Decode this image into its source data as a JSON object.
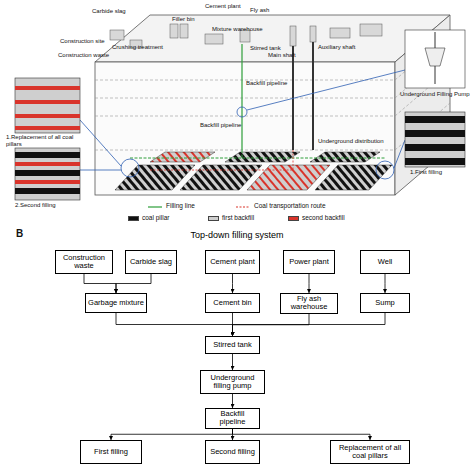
{
  "diagram": {
    "title": "Top-down filling system",
    "nodes": [
      {
        "text": [
          "Construction waste"
        ]
      },
      {
        "text": [
          "Carbide slag"
        ]
      },
      {
        "text": [
          "Cement plant"
        ]
      },
      {
        "text": [
          "Power plant"
        ]
      },
      {
        "text": [
          "Well"
        ]
      },
      {
        "text": [
          "Garbage mixture"
        ]
      },
      {
        "text": [
          "Cement bin"
        ]
      },
      {
        "text": [
          "Fly ash warehouse"
        ]
      },
      {
        "text": [
          "Sump"
        ]
      },
      {
        "text": [
          "Stirred tank"
        ]
      },
      {
        "text": [
          "Underground filling pump"
        ]
      },
      {
        "text": [
          "Backfill pipeline"
        ]
      },
      {
        "text": [
          "First filling"
        ]
      },
      {
        "text": [
          "Second filling"
        ]
      },
      {
        "text": [
          "Replacement of all coal pillars"
        ]
      }
    ],
    "edges": [
      {
        "from": 0,
        "to": 5,
        "arrow": "to"
      },
      {
        "from": 1,
        "to": 5,
        "arrow": "to"
      },
      {
        "from": 2,
        "to": 6,
        "arrow": "to"
      },
      {
        "from": 3,
        "to": 7,
        "arrow": "to"
      },
      {
        "from": 4,
        "to": 8,
        "arrow": "to"
      },
      {
        "from": 5,
        "to": 9,
        "arrow": "to"
      },
      {
        "from": 6,
        "to": 9,
        "arrow": "to"
      },
      {
        "from": 7,
        "to": 9,
        "arrow": "to"
      },
      {
        "from": 8,
        "to": 9,
        "arrow": "to"
      },
      {
        "from": 9,
        "to": 10,
        "arrow": "to"
      },
      {
        "from": 10,
        "to": 11,
        "arrow": "to"
      },
      {
        "from": 11,
        "to": 12,
        "arrow": "to"
      },
      {
        "from": 11,
        "to": 13,
        "arrow": "to"
      },
      {
        "from": 11,
        "to": 14,
        "arrow": "to"
      }
    ],
    "labels": [
      "Carbide slag",
      "Cement plant",
      "Fly ash",
      "Construction site",
      "Crushing treatment",
      "Filler bin",
      "Mixture warehouse",
      "Stirred tank",
      "Auxiliary shaft",
      "Construction waste",
      "Main shaft",
      "Backfill pipeline",
      "Backfill pipeline",
      "Underground Filling Pump",
      "Underground distribution",
      "1.Replacement of all coal pillars",
      "2.Second filling",
      "1.First filling",
      "B"
    ],
    "legend": [
      {
        "text": "Filling line"
      },
      {
        "text": "Coal transportation route"
      },
      {
        "text": "coal pillar",
        "color": "#111111"
      },
      {
        "text": "first backfill",
        "color": "#cfcfcf"
      },
      {
        "text": "second backfill",
        "color": "#d9342b"
      }
    ]
  }
}
